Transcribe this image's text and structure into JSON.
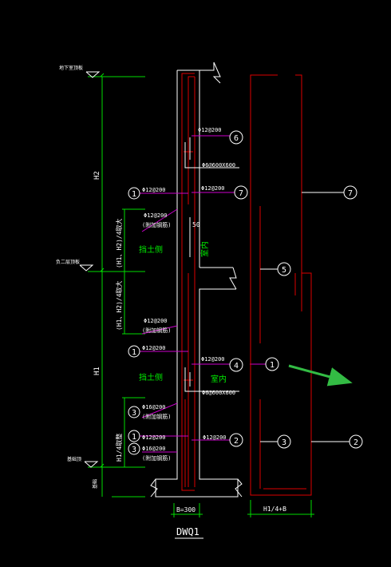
{
  "drawing": {
    "title": "DWQ1",
    "labels": {
      "top_level": "地下室顶板",
      "mid_level": "负二层顶板",
      "base_level": "基础顶",
      "base_bottom": "基础",
      "h2": "H2",
      "h1": "H1",
      "range_upper": "(H1、H2)/4取大",
      "range_lower": "(H1、H2)/4取大",
      "range_bottom": "H1/4取整",
      "soil_upper": "挡土侧",
      "soil_lower": "挡土侧",
      "indoor_upper": "室内",
      "indoor_lower": "室内",
      "dim_50": "50",
      "dim_b": "B=300",
      "dim_h1_b": "H1/4+B"
    },
    "rebar": {
      "phi12_200": "Φ12@200",
      "phi12_200_add": "(附加钢筋)",
      "phi6_600": "Φ6@600X600",
      "phi16_200": "Φ16@200"
    },
    "markers": {
      "m1": "1",
      "m2": "2",
      "m3": "3",
      "m4": "4",
      "m5": "5",
      "m6": "6",
      "m7": "7"
    },
    "colors": {
      "background": "#000000",
      "wall": "#ffffff",
      "dimension": "#00ff00",
      "leader": "#cc00cc",
      "rebar_red": "#dd0000",
      "arrow": "#33bb44"
    }
  }
}
